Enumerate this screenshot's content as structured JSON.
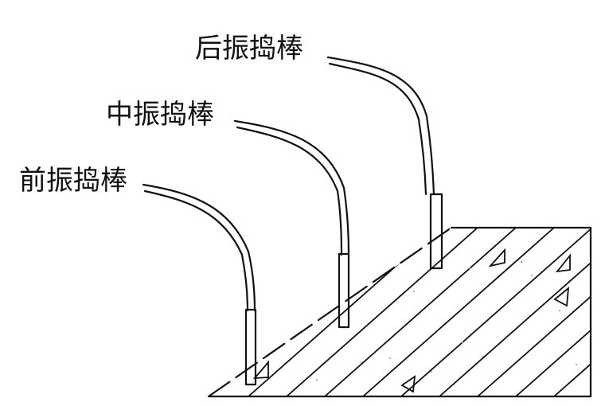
{
  "labels": {
    "rear": "后振捣棒",
    "middle": "中振捣棒",
    "front": "前振捣棒"
  },
  "colors": {
    "line": "#111111",
    "background": "#ffffff"
  }
}
